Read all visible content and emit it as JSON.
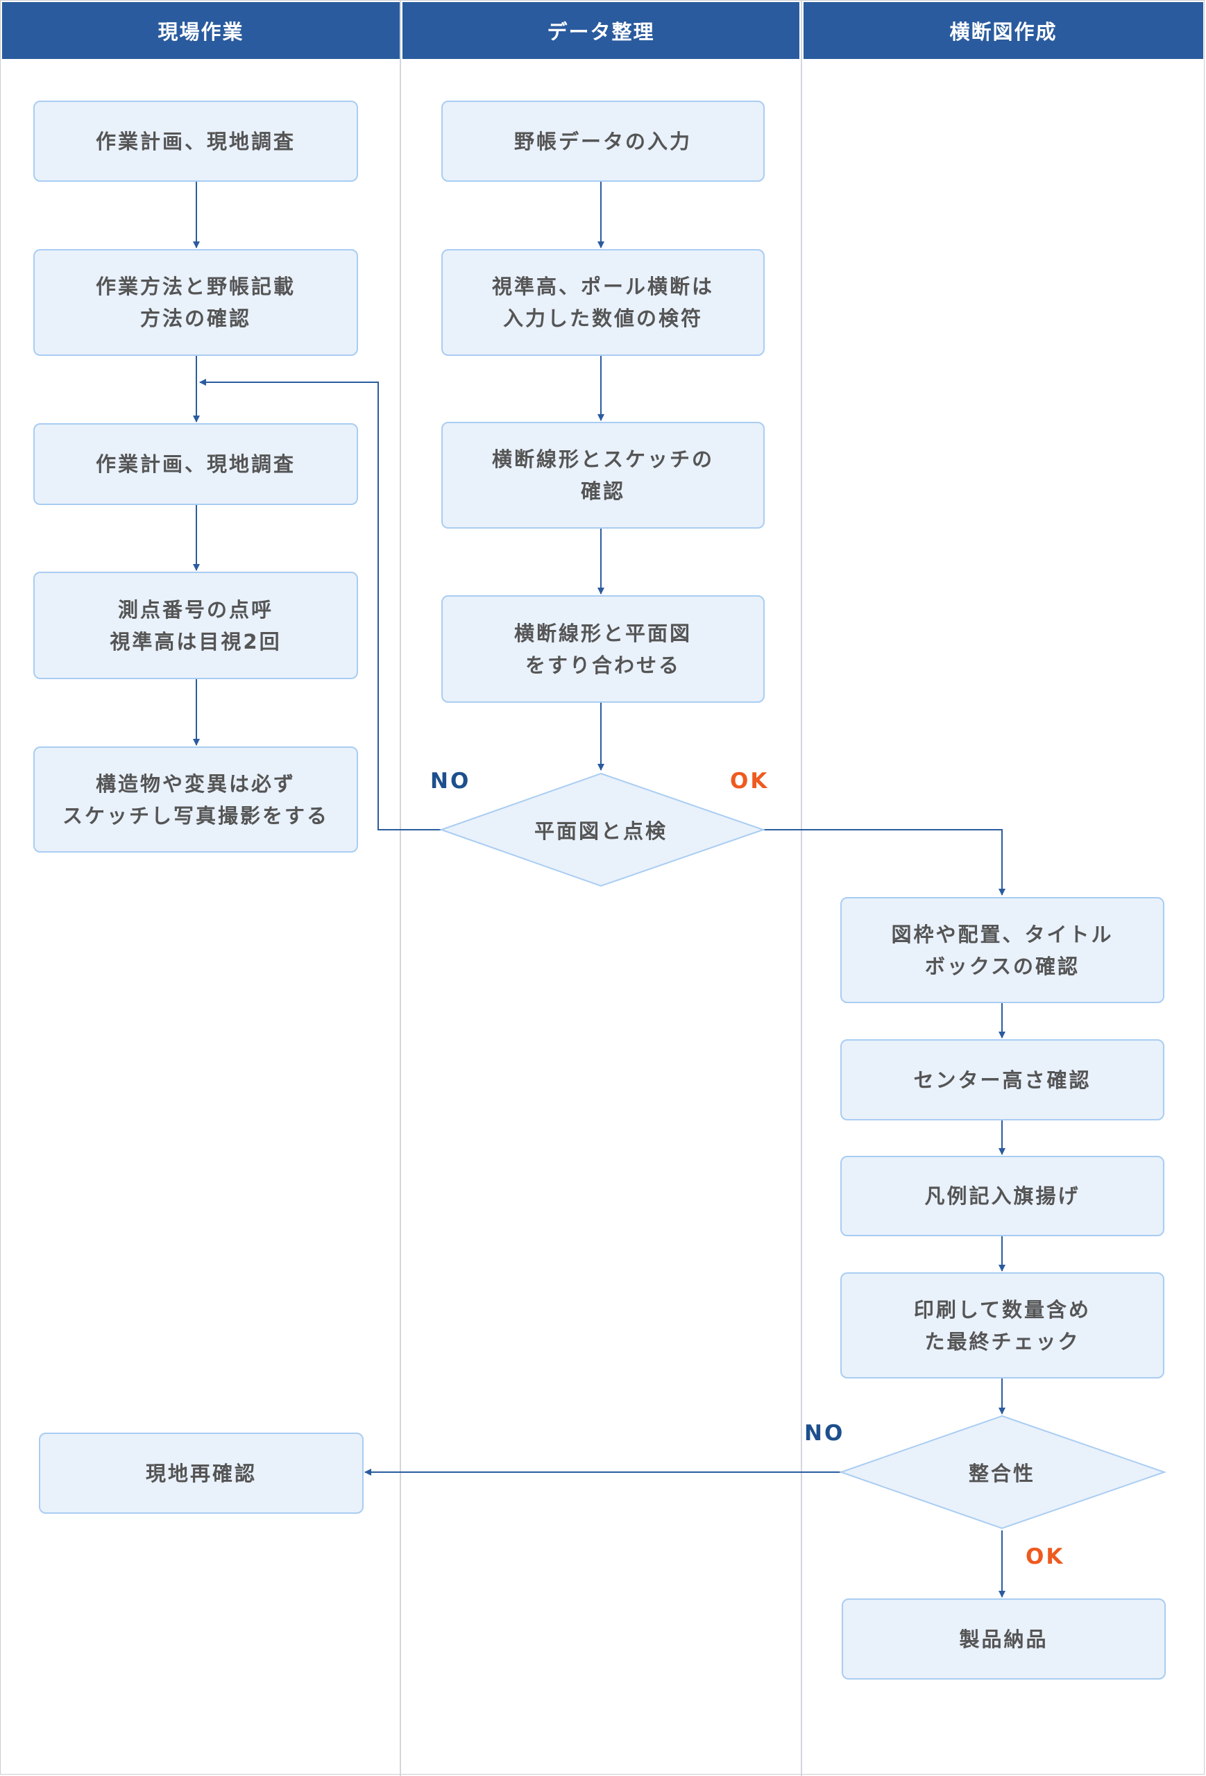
{
  "colors": {
    "header_bg": "#2a5b9e",
    "node_fill": "#e9f1fb",
    "node_border": "#a9cdf2",
    "connector": "#2a5b9e",
    "label_no": "#1d4f8c",
    "label_ok": "#ee5a1f"
  },
  "lanes": [
    {
      "title": "現場作業"
    },
    {
      "title": "データ整理"
    },
    {
      "title": "横断図作成"
    }
  ],
  "nodes": {
    "site_plan_1": "作業計画、現地調査",
    "method_confirm": "作業方法と野帳記載\n方法の確認",
    "site_plan_2": "作業計画、現地調査",
    "point_call": "測点番号の点呼\n視準高は目視2回",
    "structure_sketch": "構造物や変異は必ず\nスケッチし写真撮影をする",
    "site_recheck": "現地再確認",
    "field_data_input": "野帳データの入力",
    "value_check": "視準高、ポール横断は\n入力した数値の検符",
    "sketch_confirm": "横断線形とスケッチの\n確認",
    "plan_match": "横断線形と平面図\nをすり合わせる",
    "frame_confirm": "図枠や配置、タイトル\nボックスの確認",
    "center_height": "センター高さ確認",
    "legend_entry": "凡例記入旗揚げ",
    "final_check": "印刷して数量含め\nた最終チェック",
    "delivery": "製品納品"
  },
  "decisions": {
    "plan_inspection": "平面図と点検",
    "consistency": "整合性"
  },
  "branch_labels": {
    "no_1": "NO",
    "ok_1": "OK",
    "no_2": "NO",
    "ok_2": "OK"
  }
}
